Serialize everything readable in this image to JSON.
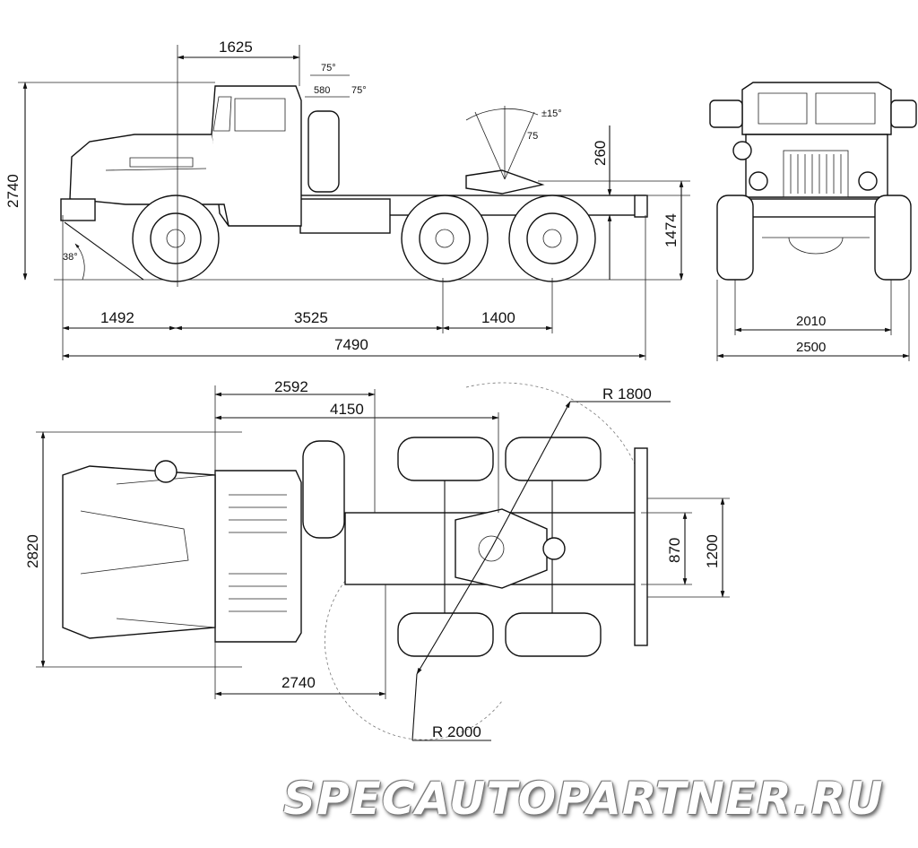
{
  "side_view": {
    "dims": {
      "cab_length": "1625",
      "angle_top1": "75°",
      "spare_width": "580",
      "angle_top2": "75°",
      "coupling_tilt": "±15°",
      "coupling_offset": "75",
      "coupling_height": "260",
      "overall_height": "2740",
      "frame_height": "1474",
      "approach_angle": "38°",
      "front_overhang": "1492",
      "wheelbase": "3525",
      "rear_axle_spacing": "1400",
      "overall_length": "7490"
    }
  },
  "front_view": {
    "dims": {
      "track": "2010",
      "overall_width": "2500"
    }
  },
  "top_view": {
    "dims": {
      "to_coupling_a": "2592",
      "to_coupling_b": "4150",
      "radius_rear": "R 1800",
      "overall_width": "2820",
      "frame_width": "870",
      "plate_width": "1200",
      "cab_to_axis": "2740",
      "radius_front": "R 2000"
    }
  },
  "watermark": "SPECAUTOPARTNER.RU"
}
